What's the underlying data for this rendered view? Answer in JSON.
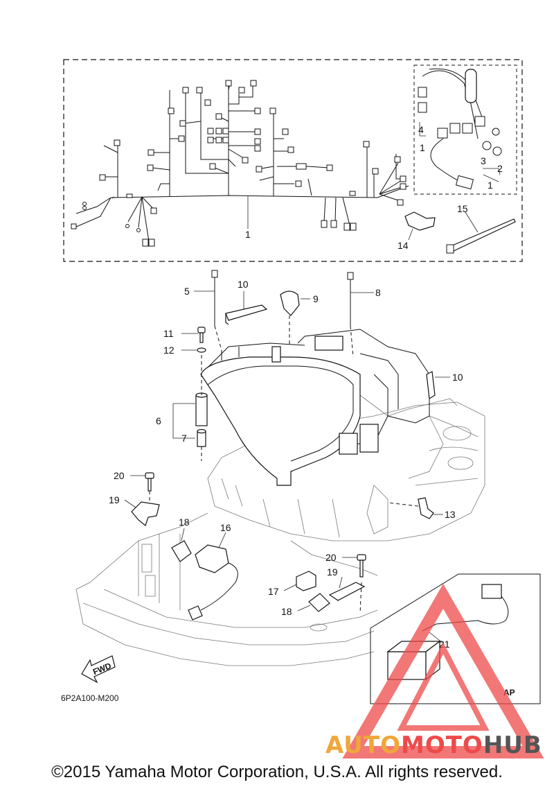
{
  "diagram": {
    "part_code": "6P2A100-M200",
    "fwd_label": "FWD",
    "ap_label": "AP",
    "callouts": {
      "c1a": "1",
      "c1b": "1",
      "c1c": "1",
      "c2": "2",
      "c3": "3",
      "c4": "4",
      "c5": "5",
      "c6": "6",
      "c7": "7",
      "c8": "8",
      "c9": "9",
      "c10a": "10",
      "c10b": "10",
      "c11": "11",
      "c12": "12",
      "c13": "13",
      "c14": "14",
      "c15": "15",
      "c16": "16",
      "c17": "17",
      "c18a": "18",
      "c18b": "18",
      "c19a": "19",
      "c19b": "19",
      "c20a": "20",
      "c20b": "20",
      "c21": "21"
    }
  },
  "footer": {
    "copyright": "©2015 Yamaha Motor Corporation, U.S.A. All rights reserved."
  },
  "watermark": {
    "auto": "AUTO",
    "moto": "MOTO",
    "hub": "HUB",
    "colors": {
      "auto": "#f0a73a",
      "moto": "#ee4a4a",
      "hub": "#555555",
      "triangle": "#ee4a4a"
    }
  }
}
